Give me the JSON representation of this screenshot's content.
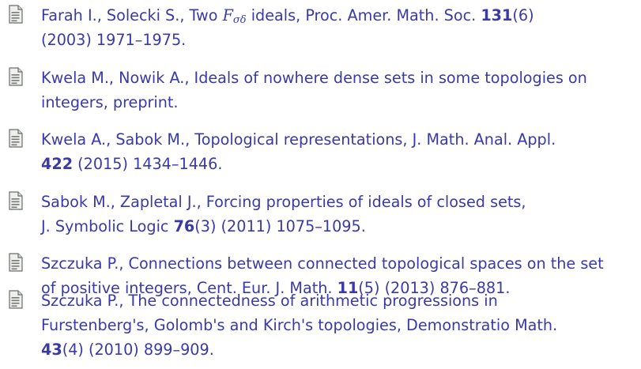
{
  "references": [
    {
      "icon": "document-icon",
      "line1": {
        "pre": "Farah I., Solecki S., Two ",
        "math_base": "F",
        "math_sub": "σδ",
        "post": " ideals, Proc. Amer. Math. Soc. ",
        "bold": "131",
        "tail": "(6)"
      },
      "line2": "(2003) 1971–1975."
    },
    {
      "icon": "document-icon",
      "line1": "Kwela M., Nowik A., Ideals of nowhere dense sets in some topologies on",
      "line2": "integers, preprint."
    },
    {
      "icon": "document-icon",
      "line1": "Kwela A., Sabok M., Topological representations, J. Math. Anal. Appl.",
      "line2": {
        "bold": "422",
        "tail": " (2015) 1434–1446."
      }
    },
    {
      "icon": "document-icon",
      "line1": "Sabok M., Zapletal J., Forcing properties of ideals of closed sets,",
      "line2": {
        "pre": "J. Symbolic Logic ",
        "bold": "76",
        "tail": "(3) (2011) 1075–1095."
      }
    },
    {
      "icon": "document-icon",
      "line1": "Szczuka P., Connections between connected topological spaces on the set",
      "line2": {
        "pre": "of positive integers, Cent. Eur. J. Math. ",
        "bold": "11",
        "tail": "(5) (2013) 876–881."
      }
    },
    {
      "icon": "document-icon",
      "line1": "Szczuka P., The connectedness of arithmetic progressions in",
      "line2": "Furstenberg's, Golomb's and Kirch's topologies, Demonstratio Math.",
      "line3": {
        "bold": "43",
        "tail": "(4) (2010) 899–909."
      }
    }
  ]
}
